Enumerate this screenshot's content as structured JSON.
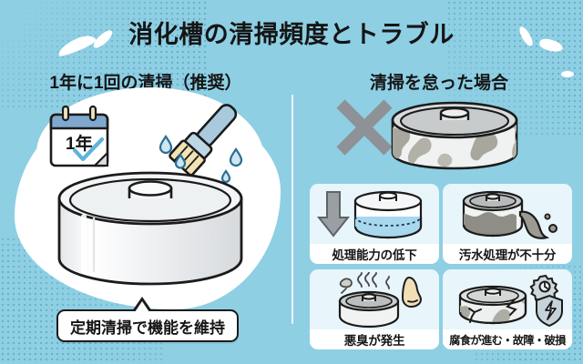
{
  "page": {
    "title": "消化槽の清掃頻度とトラブル",
    "background_color": "#8ecfe4",
    "accent_color": "#5aa9d6",
    "card_background": "#e8f5fb"
  },
  "columns": {
    "left": {
      "heading": "1年に1回の清掃（推奨）",
      "calendar": {
        "label": "1年",
        "check_icon": "check-icon"
      },
      "brush_icon": "cleaning-brush-icon",
      "tank_icon": "clean-septic-tank-icon",
      "badge": "定期清掃で機能を維持"
    },
    "right": {
      "heading": "清掃を怠った場合",
      "cross_icon": "cross-mark-icon",
      "tank_icon": "dirty-septic-tank-icon",
      "cards": [
        {
          "label": "処理能力の低下",
          "icons": [
            "down-arrow-icon",
            "tank-low-water-icon"
          ]
        },
        {
          "label": "汚水処理が不十分",
          "icons": [
            "tank-overflow-icon"
          ]
        },
        {
          "label": "悪臭が発生",
          "icons": [
            "tank-icon",
            "odor-waves-icon",
            "nose-icon"
          ]
        },
        {
          "label": "腐食が進む・故障・破損",
          "icons": [
            "corroded-tank-icon",
            "gear-icon",
            "broken-shield-icon"
          ]
        }
      ]
    }
  }
}
